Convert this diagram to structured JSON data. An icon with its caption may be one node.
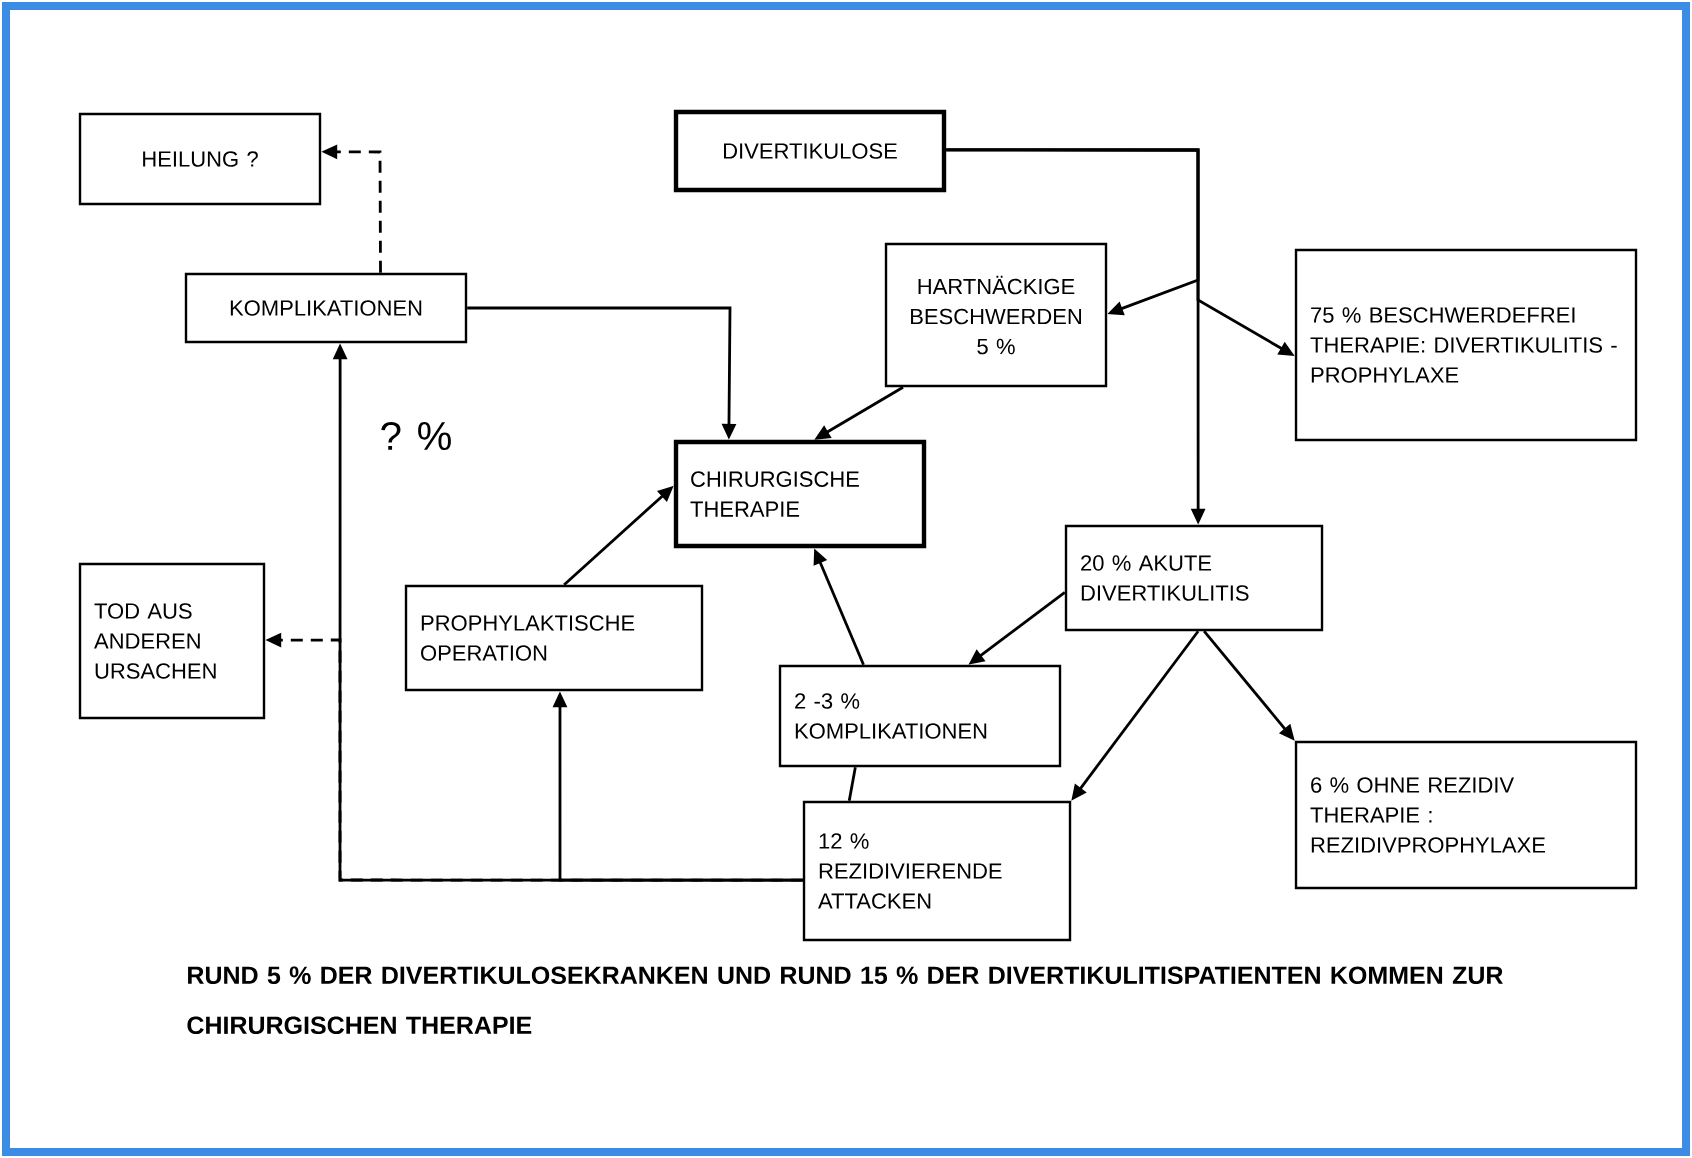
{
  "diagram": {
    "caption": "RUND 5 % DER DIVERTIKULOSEKRANKEN UND RUND 15 % DER DIVERTIKULITISPATIENTEN KOMMEN ZUR CHIRURGISCHEN THERAPIE",
    "nodes": [
      {
        "text": [
          "HEILUNG ?"
        ]
      },
      {
        "text": [
          "DIVERTIKULOSE"
        ]
      },
      {
        "text": [
          "KOMPLIKATIONEN"
        ]
      },
      {
        "text": [
          "HARTNÄCKIGE BESCHWERDEN 5 %"
        ]
      },
      {
        "text": [
          "75 % BESCHWERDEFREI",
          "THERAPIE: DIVERTIKULITIS - PROPHYLAXE"
        ]
      },
      {
        "text": [
          "CHIRURGISCHE THERAPIE"
        ]
      },
      {
        "text": [
          "20 % AKUTE DIVERTIKULITIS"
        ]
      },
      {
        "text": [
          "TOD AUS ANDEREN URSACHEN"
        ]
      },
      {
        "text": [
          "PROPHYLAKTISCHE OPERATION"
        ]
      },
      {
        "text": [
          "2 -3 % KOMPLIKATIONEN"
        ]
      },
      {
        "text": [
          "12 % REZIDIVIERENDE ATTACKEN"
        ]
      },
      {
        "text": [
          "6 % OHNE REZIDIV",
          "THERAPIE : REZIDIVPROPHYLAXE"
        ]
      }
    ],
    "edges": [
      {
        "from": 1,
        "to": 3,
        "arrow": "to"
      },
      {
        "from": 1,
        "to": 4,
        "arrow": "to"
      },
      {
        "from": 1,
        "to": 6,
        "arrow": "to"
      },
      {
        "from": 2,
        "to": 0,
        "arrow": "to",
        "style": "dashed"
      },
      {
        "from": 2,
        "to": 5,
        "arrow": "to"
      },
      {
        "from": 3,
        "to": 5,
        "arrow": "to"
      },
      {
        "from": 8,
        "to": 5,
        "arrow": "to"
      },
      {
        "from": 9,
        "to": 5,
        "arrow": "to"
      },
      {
        "from": 6,
        "to": 9,
        "arrow": "to"
      },
      {
        "from": 6,
        "to": 10,
        "arrow": "to"
      },
      {
        "from": 6,
        "to": 11,
        "arrow": "to"
      },
      {
        "from": 10,
        "to": 2,
        "arrow": "to",
        "label": "? %"
      },
      {
        "from": 10,
        "to": 8,
        "arrow": "to"
      },
      {
        "from": 10,
        "to": 7,
        "arrow": "to",
        "style": "dashed"
      },
      {
        "from": 9,
        "to": 10,
        "arrow": "none"
      }
    ]
  }
}
